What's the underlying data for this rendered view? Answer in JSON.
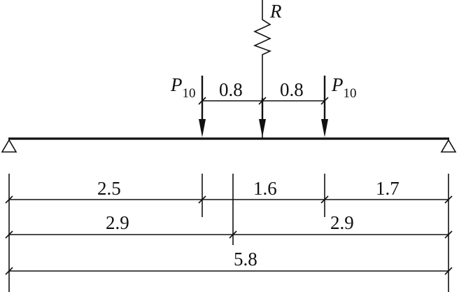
{
  "diagram": {
    "spring_label": "R",
    "load_left": {
      "symbol": "P",
      "subscript": "10"
    },
    "load_right": {
      "symbol": "P",
      "subscript": "10"
    },
    "load_spacing_left": "0.8",
    "load_spacing_right": "0.8",
    "dim_row1": [
      "2.5",
      "1.6",
      "1.7"
    ],
    "dim_row2": [
      "2.9",
      "2.9"
    ],
    "dim_row3": [
      "5.8"
    ]
  }
}
